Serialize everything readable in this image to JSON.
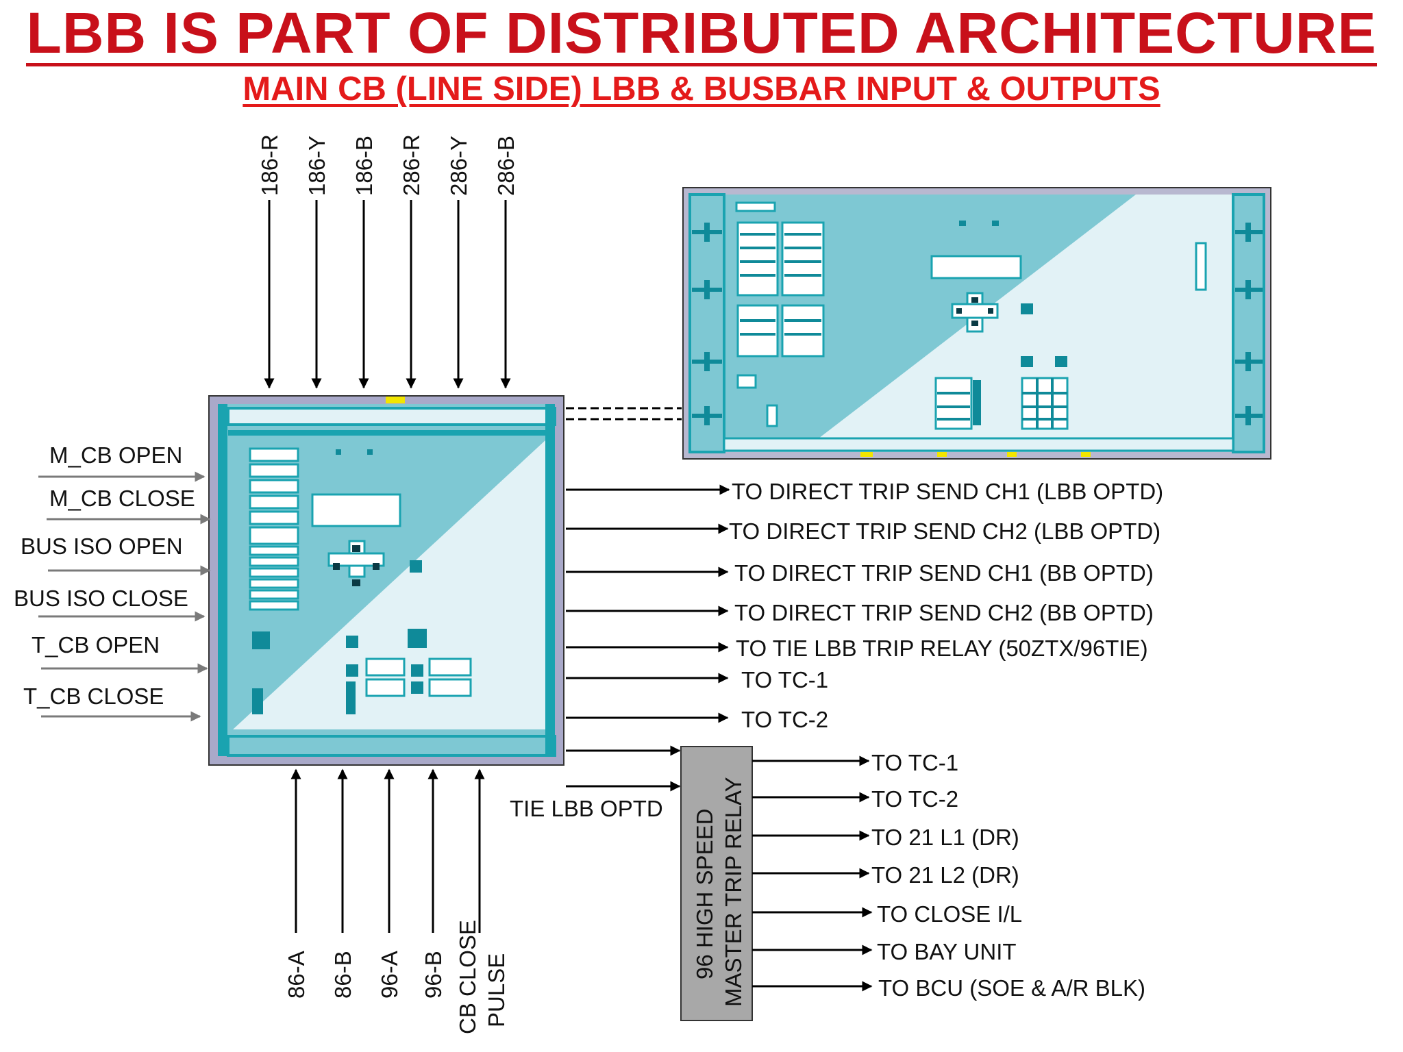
{
  "title": "LBB IS PART OF DISTRIBUTED ARCHITECTURE",
  "subtitle": "MAIN CB (LINE SIDE) LBB & BUSBAR INPUT & OUTPUTS",
  "colors": {
    "title": "#c8101a",
    "panel": "#7ec8d3",
    "panel_light": "#e2f2f6",
    "trim": "#1aa3b0",
    "relay_box": "#a8a8a8"
  },
  "top_inputs": [
    "186-R",
    "186-Y",
    "186-B",
    "286-R",
    "286-Y",
    "286-B"
  ],
  "left_inputs": [
    "M_CB OPEN",
    "M_CB CLOSE",
    "BUS ISO OPEN",
    "BUS ISO CLOSE",
    "T_CB  OPEN",
    "T_CB  CLOSE"
  ],
  "bottom_inputs": [
    "86-A",
    "86-B",
    "96-A",
    "96-B",
    "CB CLOSE",
    "PULSE"
  ],
  "right_outputs": [
    "TO DIRECT TRIP SEND CH1 (LBB OPTD)",
    "TO DIRECT TRIP SEND CH2 (LBB OPTD)",
    "TO DIRECT TRIP SEND CH1 (BB OPTD)",
    "TO DIRECT TRIP SEND CH2 (BB OPTD)",
    "TO TIE LBB TRIP RELAY (50ZTX/96TIE)",
    "TO TC-1",
    "TO TC-2"
  ],
  "tie_input": "TIE LBB OPTD",
  "relay": {
    "line1": "96 HIGH SPEED",
    "line2": "MASTER TRIP RELAY"
  },
  "relay_outputs": [
    "TO TC-1",
    "TO TC-2",
    "TO 21 L1 (DR)",
    "TO 21 L2 (DR)",
    "TO CLOSE I/L",
    "TO  BAY UNIT",
    "TO  BCU (SOE & A/R BLK)"
  ]
}
